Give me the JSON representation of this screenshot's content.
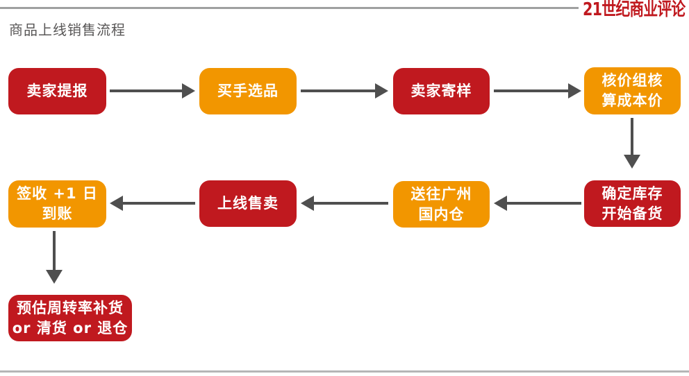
{
  "page": {
    "title": "商品上线销售流程",
    "logo": "21世纪商业评论"
  },
  "colors": {
    "red": "#C0191F",
    "orange": "#F29600",
    "arrow": "#4F4F4F",
    "title_text": "#595757",
    "top_line": "#9FA0A0",
    "bottom_line": "#B5B5B6",
    "box_text": "#FFFFFF"
  },
  "flow": {
    "nodes": [
      {
        "id": "seller-submit",
        "label": "卖家提报",
        "color": "red"
      },
      {
        "id": "buyer-select",
        "label": "买手选品",
        "color": "orange"
      },
      {
        "id": "seller-sample",
        "label": "卖家寄样",
        "color": "red"
      },
      {
        "id": "pricing-team",
        "label": "核价组核\n算成本价",
        "color": "orange"
      },
      {
        "id": "confirm-stock",
        "label": "确定库存\n开始备货",
        "color": "red"
      },
      {
        "id": "ship-warehouse",
        "label": "送往广州\n国内仓",
        "color": "orange"
      },
      {
        "id": "online-sale",
        "label": "上线售卖",
        "color": "red"
      },
      {
        "id": "sign-receive",
        "label": "签收 +1 日\n到账",
        "color": "orange"
      },
      {
        "id": "turnover-plan",
        "label": "预估周转率补货\nor 清货 or 退仓",
        "color": "red"
      }
    ],
    "edges": [
      {
        "from": "卖家提报",
        "to": "买手选品",
        "direction": "right"
      },
      {
        "from": "买手选品",
        "to": "卖家寄样",
        "direction": "right"
      },
      {
        "from": "卖家寄样",
        "to": "核价组核算成本价",
        "direction": "right"
      },
      {
        "from": "核价组核算成本价",
        "to": "确定库存开始备货",
        "direction": "down"
      },
      {
        "from": "确定库存开始备货",
        "to": "送往广州国内仓",
        "direction": "left"
      },
      {
        "from": "送往广州国内仓",
        "to": "上线售卖",
        "direction": "left"
      },
      {
        "from": "上线售卖",
        "to": "签收 +1 日到账",
        "direction": "left"
      },
      {
        "from": "签收 +1 日到账",
        "to": "预估周转率补货 or 清货 or 退仓",
        "direction": "down"
      }
    ]
  }
}
